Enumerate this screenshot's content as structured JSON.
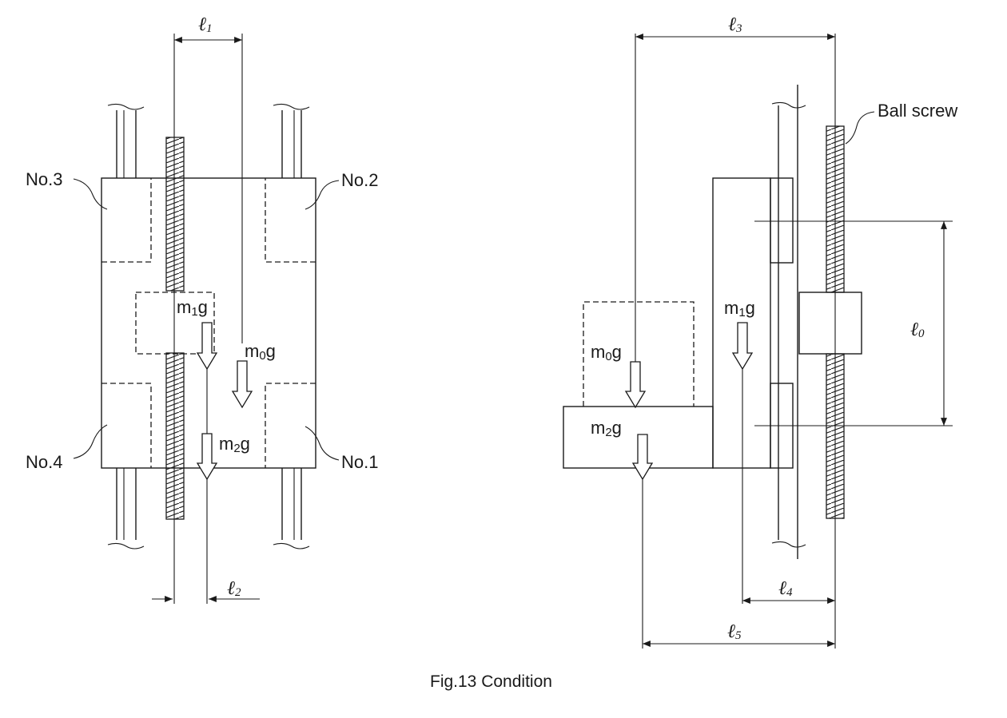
{
  "caption": "Fig.13 Condition",
  "left_view": {
    "block_labels": {
      "no1": "No.1",
      "no2": "No.2",
      "no3": "No.3",
      "no4": "No.4"
    },
    "forces": {
      "m1g": {
        "base": "m",
        "sub": "1",
        "tail": "g"
      },
      "m0g": {
        "base": "m",
        "sub": "0",
        "tail": "g"
      },
      "m2g": {
        "base": "m",
        "sub": "2",
        "tail": "g"
      }
    },
    "dims": {
      "l1": {
        "sym": "ℓ",
        "sub": "1"
      },
      "l2": {
        "sym": "ℓ",
        "sub": "2"
      }
    }
  },
  "right_view": {
    "ball_screw_label": "Ball screw",
    "forces": {
      "m1g": {
        "base": "m",
        "sub": "1",
        "tail": "g"
      },
      "m0g": {
        "base": "m",
        "sub": "0",
        "tail": "g"
      },
      "m2g": {
        "base": "m",
        "sub": "2",
        "tail": "g"
      }
    },
    "dims": {
      "l0": {
        "sym": "ℓ",
        "sub": "0"
      },
      "l3": {
        "sym": "ℓ",
        "sub": "3"
      },
      "l4": {
        "sym": "ℓ",
        "sub": "4"
      },
      "l5": {
        "sym": "ℓ",
        "sub": "5"
      }
    }
  }
}
